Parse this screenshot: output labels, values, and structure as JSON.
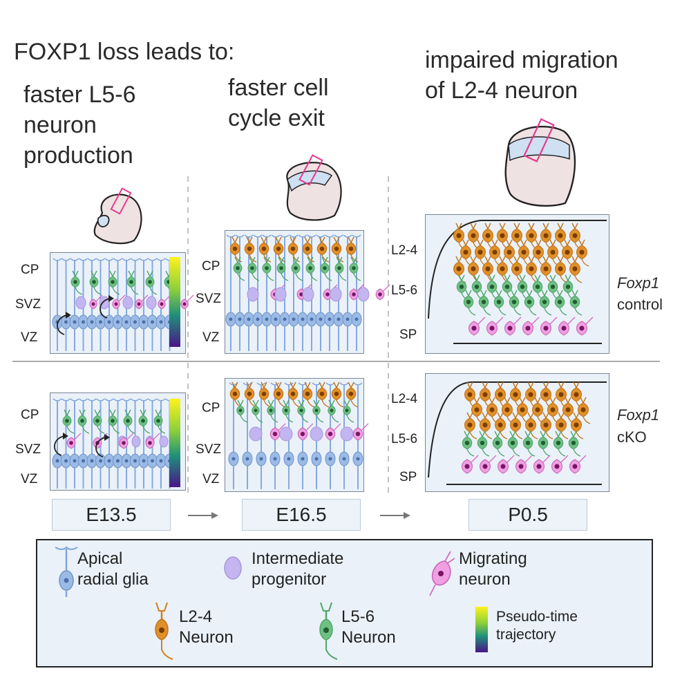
{
  "header": {
    "main_title": "FOXP1 loss leads to:",
    "col1_heading": [
      "faster L5-6",
      "neuron",
      "production"
    ],
    "col2_heading": [
      "faster cell",
      "cycle exit"
    ],
    "col3_heading": [
      "impaired migration",
      "of L2-4 neuron"
    ]
  },
  "zones": {
    "e13_top": [
      "CP",
      "SVZ",
      "VZ"
    ],
    "e16_top": [
      "CP",
      "SVZ",
      "VZ"
    ],
    "p0_top": [
      "L2-4",
      "L5-6",
      "SP"
    ],
    "e13_bottom": [
      "CP",
      "SVZ",
      "VZ"
    ],
    "e16_bottom": [
      "CP",
      "SVZ",
      "VZ"
    ],
    "p0_bottom": [
      "L2-4",
      "L5-6",
      "SP"
    ]
  },
  "conditions": {
    "control_gene": "Foxp1",
    "control_label": "control",
    "cko_gene": "Foxp1",
    "cko_label": "cKO"
  },
  "stages": [
    "E13.5",
    "E16.5",
    "P0.5"
  ],
  "legend": {
    "apical_radial_glia": [
      "Apical",
      "radial glia"
    ],
    "intermediate_progenitor": [
      "Intermediate",
      "progenitor"
    ],
    "migrating_neuron": [
      "Migrating",
      "neuron"
    ],
    "l24_neuron": [
      "L2-4",
      "Neuron"
    ],
    "l56_neuron": [
      "L5-6",
      "Neuron"
    ],
    "pseudotime": [
      "Pseudo-time",
      "trajectory"
    ]
  },
  "colors": {
    "radial_glia": "#9bbbe6",
    "intermediate_progenitor": "#c3b6f0",
    "migrating_neuron": "#ef9fe2",
    "l24_neuron": "#e0902a",
    "l56_neuron": "#6fbf83",
    "panel_bg": "#eaf1f9",
    "brain": "#efe2e2",
    "ventricle": "#cfe0f2",
    "box_highlight": "#e23c8f"
  },
  "icons": [
    "brain-e13-icon",
    "brain-e16-icon",
    "brain-p0-icon",
    "arrow-right-icon",
    "curved-arrow-icon"
  ]
}
